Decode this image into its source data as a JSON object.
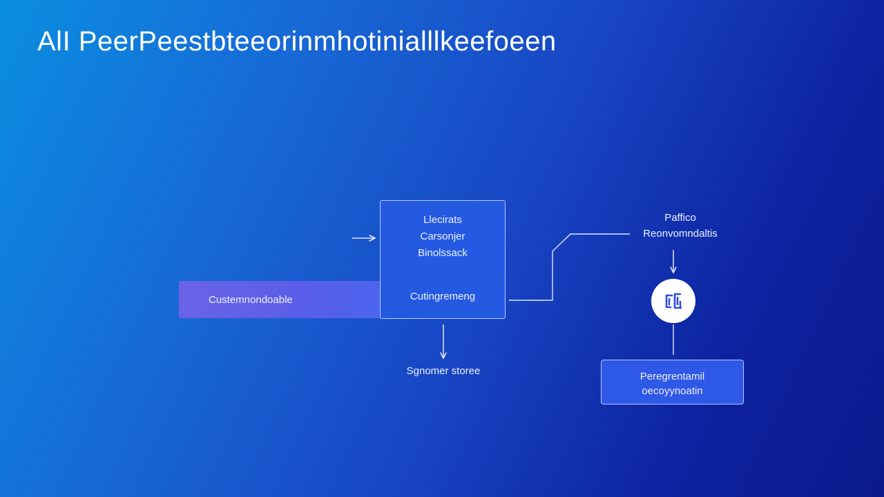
{
  "title": "AlI PeerPeestbteeorinmhotinialllkeefoeen",
  "nodes": {
    "input": {
      "label": "Custemnondoable"
    },
    "center": {
      "lines": [
        "Llecirats",
        "Carsonjer",
        "Binolssack"
      ],
      "bottom": "Cutingremeng"
    },
    "below_center": {
      "label": "Sgnomer storee"
    },
    "right_top": {
      "lines": [
        "Paffico",
        "Reonvomndaltis"
      ]
    },
    "hub": {
      "icon": "brand-logo-icon"
    },
    "output": {
      "lines": [
        "Peregrentamil",
        "oecoyynoatin"
      ]
    }
  },
  "colors": {
    "background_start": "#0a8ee0",
    "background_end": "#0a1a8c",
    "input_bar": "#6a63e6",
    "box_fill": "#2459e2",
    "box_border": "#b9c8ff",
    "line": "#dfe6ff",
    "hub_fill": "#ffffff",
    "hub_icon": "#2c4fd8"
  }
}
